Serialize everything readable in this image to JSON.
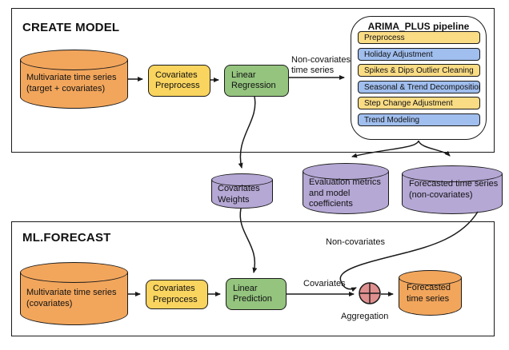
{
  "colors": {
    "orange": "#F2A65C",
    "flow_yellow": "#F9D45F",
    "pipeline_yellow": "#FADC85",
    "pipeline_blue": "#A0BEEE",
    "green": "#94C47E",
    "purple": "#B5A8D5",
    "aggregation_pink": "#E08F8F",
    "border": "#1A1A1A"
  },
  "create_model": {
    "title": "CREATE MODEL",
    "source_db": "Multivariate time series\n(target + covariates)",
    "covariates_preprocess": "Covariates\nPreprocess",
    "linear_regression": "Linear\nRegression",
    "noncovariates_arrow_label": "Non-covariates\ntime series"
  },
  "arima_pipeline": {
    "title": "ARIMA_PLUS pipeline",
    "steps": [
      {
        "label": "Preprocess",
        "color": "#FADC85"
      },
      {
        "label": "Holiday Adjustment",
        "color": "#A0BEEE"
      },
      {
        "label": "Spikes & Dips Outlier Cleaning",
        "color": "#FADC85"
      },
      {
        "label": "Seasonal & Trend Decomposition",
        "color": "#A0BEEE"
      },
      {
        "label": "Step Change Adjustment",
        "color": "#FADC85"
      },
      {
        "label": "Trend Modeling",
        "color": "#A0BEEE"
      }
    ]
  },
  "outputs": {
    "covariates_weights": "Covariates\nWeights",
    "evaluation_metrics": "Evaluation metrics\nand model\ncoefficients",
    "forecasted_noncovariates": "Forecasted time series\n(non-covariates)"
  },
  "ml_forecast": {
    "title": "ML.FORECAST",
    "source_db": "Multivariate time series\n(covariates)",
    "covariates_preprocess": "Covariates\nPreprocess",
    "linear_prediction": "Linear\nPrediction",
    "covariates_label": "Covariates",
    "noncovariates_label": "Non-covariates",
    "aggregation_label": "Aggregation",
    "output_db": "Forecasted\ntime series"
  }
}
